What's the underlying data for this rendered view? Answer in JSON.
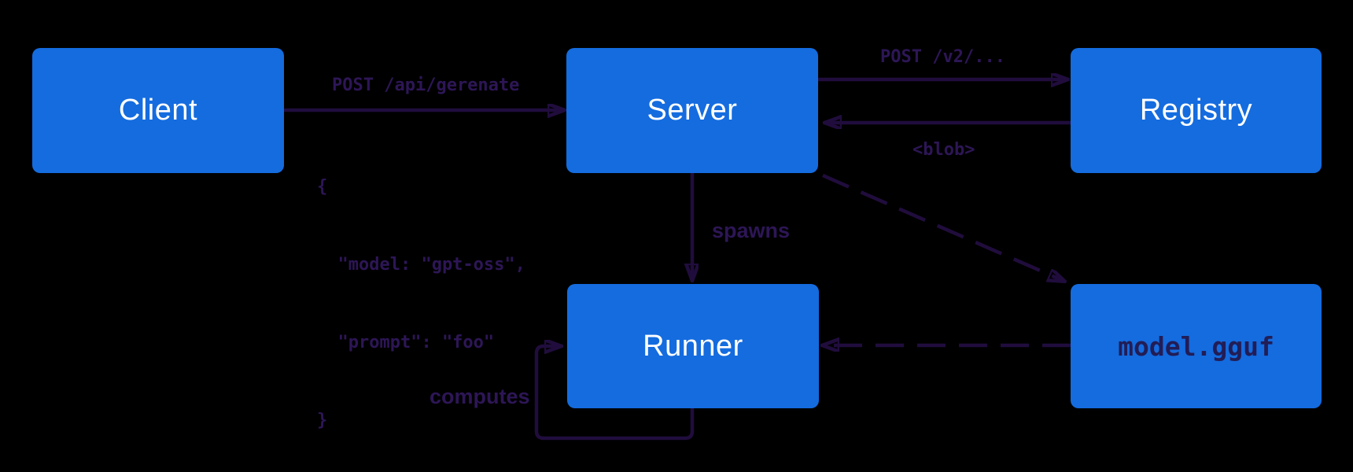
{
  "colors": {
    "bg": "#000000",
    "box": "#146cdf",
    "box_text": "#ffffff",
    "edge": "#200d3d",
    "edge_label": "#2d1656",
    "model_text": "#221d56"
  },
  "nodes": {
    "client": {
      "label": "Client"
    },
    "server": {
      "label": "Server"
    },
    "registry": {
      "label": "Registry"
    },
    "runner": {
      "label": "Runner"
    },
    "model": {
      "label": "model.gguf"
    }
  },
  "edges": {
    "client_server": {
      "label": "POST /api/gerenate",
      "body_lines": [
        "{",
        "  \"model: \"gpt-oss\",",
        "  \"prompt\": \"foo\"",
        "}"
      ]
    },
    "server_registry": {
      "label": "POST /v2/..."
    },
    "registry_server": {
      "label": "<blob>"
    },
    "server_runner": {
      "label": "spawns"
    },
    "runner_self": {
      "label": "computes"
    },
    "server_model": {
      "label": ""
    },
    "model_runner": {
      "label": ""
    }
  }
}
